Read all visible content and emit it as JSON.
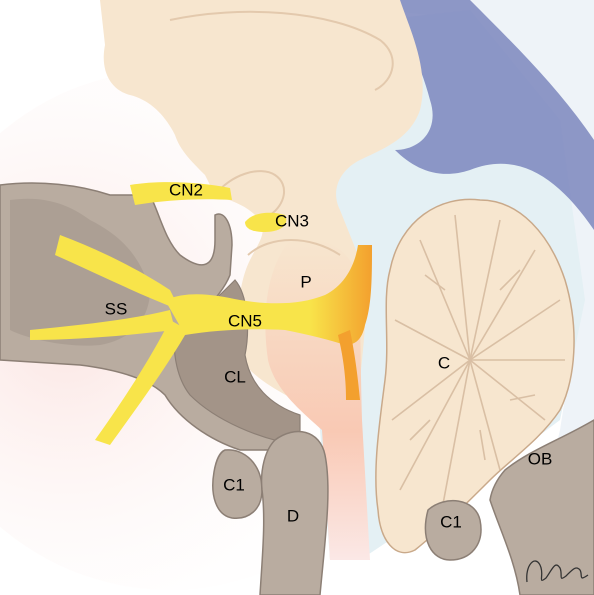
{
  "labels": {
    "cn2": "CN2",
    "cn3": "CN3",
    "cn5": "CN5",
    "p": "P",
    "ss": "SS",
    "cl": "CL",
    "c": "C",
    "c1_left": "C1",
    "c1_right": "C1",
    "d": "D",
    "ob": "OB"
  },
  "colors": {
    "brain": "#f7e6cf",
    "bone": "#b9aca0",
    "bone_dark": "#8c7f75",
    "nerve": "#f8e44a",
    "nerve_orange": "#f3a02e",
    "csf": "#e4f0f4",
    "sinus": "#7b86bd",
    "wash": "#fbe8e6"
  }
}
